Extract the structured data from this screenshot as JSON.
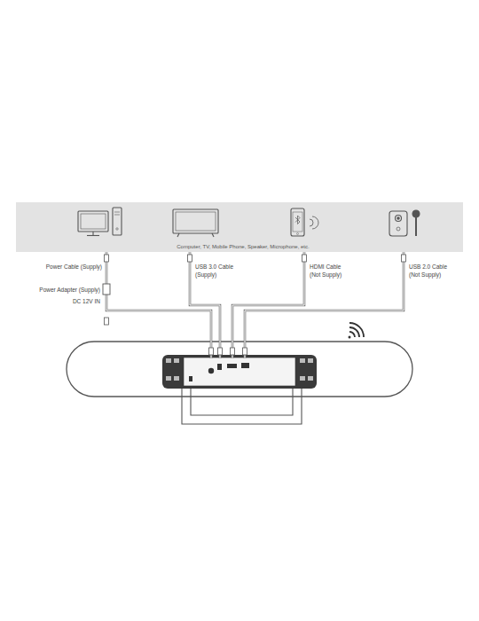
{
  "diagram": {
    "nodes": [
      {
        "text": [
          "Computer, TV, Mobile Phone, Speaker, Microphone, etc."
        ]
      }
    ],
    "labels": [
      "Power Cable (Supply)",
      "Power Adapter (Supply)",
      "DC 12V IN",
      "USB 3.0 Cable (Supply)",
      "HDMI Cable (Not Supply)",
      "USB 2.0 Cable (Not Supply)"
    ]
  }
}
